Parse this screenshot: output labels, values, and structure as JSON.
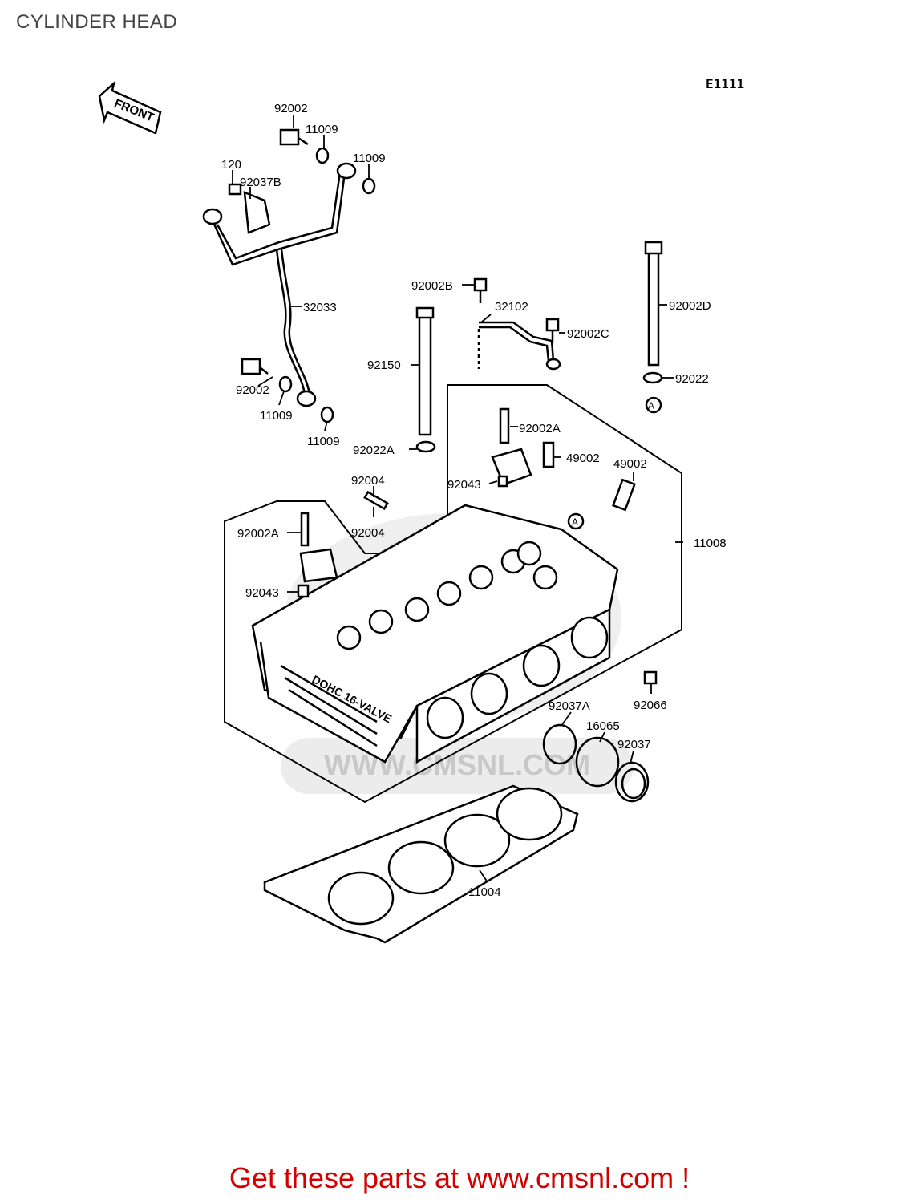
{
  "page_title": "CYLINDER HEAD",
  "diagram_code": "E1111",
  "front_arrow_label": "FRONT",
  "embossed_text": "DOHC 16-VALVE",
  "watermark_text": "WWW.CMSNL.COM",
  "promo_link": "Get these parts at www.cmsnl.com !",
  "part_labels": {
    "p92002_top": "92002",
    "p11009_a": "11009",
    "p11009_b": "11009",
    "p120": "120",
    "p92037B": "92037B",
    "p32033": "32033",
    "p92002_left": "92002",
    "p11009_c": "11009",
    "p11009_d": "11009",
    "p92002B": "92002B",
    "p32102": "32102",
    "p92002C": "92002C",
    "p92150": "92150",
    "p92002D": "92002D",
    "p92022": "92022",
    "p92002A_r": "92002A",
    "p49002_a": "49002",
    "p49002_b": "49002",
    "p92022A": "92022A",
    "p92004_a": "92004",
    "p92043_r": "92043",
    "p92004_b": "92004",
    "p92002A_l": "92002A",
    "p11008": "11008",
    "p92043_l": "92043",
    "p92066": "92066",
    "p92037A": "92037A",
    "p16065": "16065",
    "p92037": "92037",
    "p11004": "11004",
    "ref_a1": "A",
    "ref_a2": "A"
  },
  "colors": {
    "title": "#444444",
    "promo": "#d40000",
    "line": "#000000",
    "watermark": "#dcdcdc"
  }
}
